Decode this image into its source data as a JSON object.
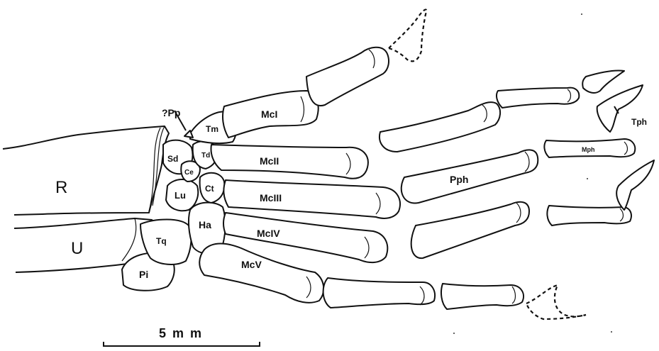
{
  "labels": {
    "radius": "R",
    "ulna": "U",
    "pisiform": "Pi",
    "triquetrum": "Tq",
    "hamate": "Ha",
    "lunate": "Lu",
    "capitate": "Ct",
    "scaphoid": "Sd",
    "centrale": "Ce",
    "trapezoid": "Td",
    "trapezium": "Tm",
    "prepollex": "?Pp",
    "mc1": "McI",
    "mc2": "McII",
    "mc3": "McIII",
    "mc4": "McIV",
    "mc5": "McV",
    "proximal_phalanx": "Pph",
    "middle_phalanx": "Mph",
    "terminal_phalanx": "Tph"
  },
  "scale_bar": {
    "label": "5 m m"
  }
}
